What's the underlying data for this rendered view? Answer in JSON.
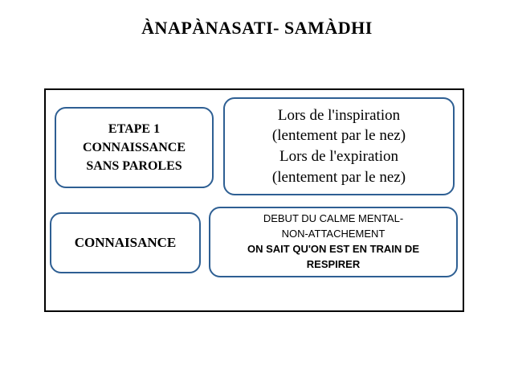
{
  "title": "ÀNAPÀNASATI- SAMÀDHI",
  "diagram": {
    "etape_box": {
      "lines": [
        "ETAPE 1",
        "CONNAISSANCE",
        "SANS PAROLES"
      ]
    },
    "inspiration_box": {
      "lines": [
        "Lors de l'inspiration",
        "(lentement par le nez)",
        "Lors de l'expiration",
        "(lentement par le nez)"
      ]
    },
    "connaisance_box": {
      "label": "CONNAISANCE"
    },
    "calme_box": {
      "normal_lines": [
        "DEBUT DU CALME MENTAL-",
        "NON-ATTACHEMENT"
      ],
      "bold_lines": [
        "ON SAIT QU'ON EST EN TRAIN DE",
        "RESPIRER"
      ]
    }
  },
  "colors": {
    "box_border": "#2e5f93",
    "frame_border": "#000000",
    "background": "#ffffff",
    "text": "#000000"
  }
}
